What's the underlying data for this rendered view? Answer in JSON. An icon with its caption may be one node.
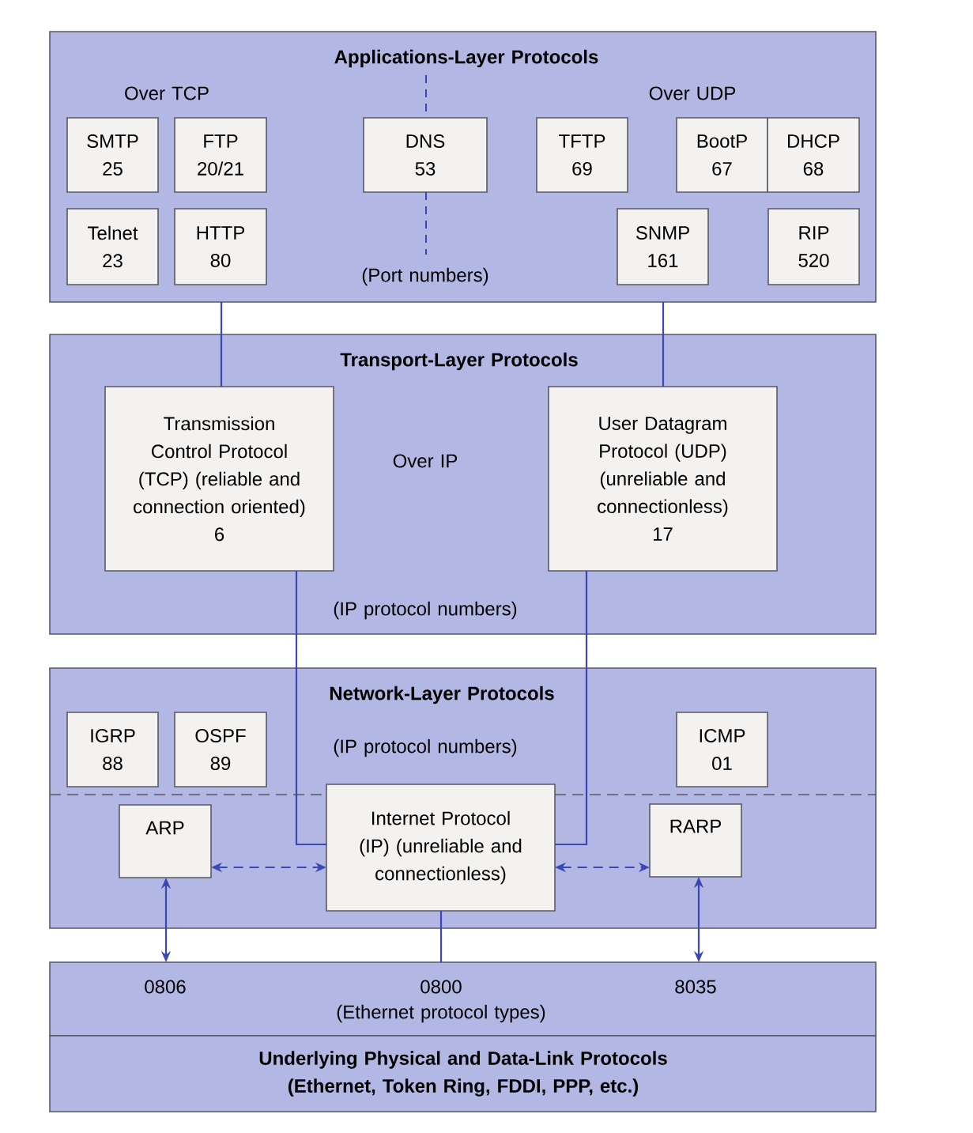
{
  "diagram": {
    "nodes": [
      {
        "text": [
          "Applications-Layer Protocols",
          "Over TCP",
          "Over UDP",
          "(Port numbers)"
        ]
      },
      {
        "text": [
          "SMTP",
          "25"
        ],
        "in": 0
      },
      {
        "text": [
          "FTP",
          "20/21"
        ],
        "in": 0
      },
      {
        "text": [
          "DNS",
          "53"
        ],
        "in": 0
      },
      {
        "text": [
          "TFTP",
          "69"
        ],
        "in": 0
      },
      {
        "text": [
          "BootP",
          "67"
        ],
        "in": 0
      },
      {
        "text": [
          "DHCP",
          "68"
        ],
        "in": 0
      },
      {
        "text": [
          "Telnet",
          "23"
        ],
        "in": 0
      },
      {
        "text": [
          "HTTP",
          "80"
        ],
        "in": 0
      },
      {
        "text": [
          "SNMP",
          "161"
        ],
        "in": 0
      },
      {
        "text": [
          "RIP",
          "520"
        ],
        "in": 0
      },
      {
        "text": [
          "Transport-Layer Protocols",
          "Over IP",
          "(IP protocol numbers)"
        ]
      },
      {
        "text": [
          "Transmission Control Protocol (TCP) (reliable and connection oriented)",
          "6"
        ],
        "in": 11
      },
      {
        "text": [
          "User Datagram Protocol (UDP) (unreliable and connectionless)",
          "17"
        ],
        "in": 11
      },
      {
        "text": [
          "Network-Layer Protocols",
          "(IP protocol numbers)"
        ]
      },
      {
        "text": [
          "IGRP",
          "88"
        ],
        "in": 14
      },
      {
        "text": [
          "OSPF",
          "89"
        ],
        "in": 14
      },
      {
        "text": [
          "ICMP",
          "01"
        ],
        "in": 14
      },
      {
        "text": [
          "ARP"
        ],
        "in": 14
      },
      {
        "text": [
          "Internet Protocol (IP) (unreliable and connectionless)"
        ],
        "in": 14
      },
      {
        "text": [
          "RARP"
        ],
        "in": 14
      },
      {
        "text": [
          "0806",
          "0800",
          "8035",
          "(Ethernet protocol types)"
        ]
      },
      {
        "text": [
          "Underlying Physical and Data-Link Protocols (Ethernet, Token Ring, FDDI, PPP, etc.)"
        ]
      }
    ],
    "edges": [
      {
        "from": 0,
        "to": 12,
        "arrow": "none"
      },
      {
        "from": 0,
        "to": 13,
        "arrow": "none"
      },
      {
        "from": 12,
        "to": 19,
        "arrow": "none"
      },
      {
        "from": 13,
        "to": 19,
        "arrow": "none"
      },
      {
        "from": 18,
        "to": 19,
        "arrow": "both",
        "style": "dashed"
      },
      {
        "from": 19,
        "to": 20,
        "arrow": "both",
        "style": "dashed"
      },
      {
        "from": 18,
        "to": 21,
        "arrow": "both"
      },
      {
        "from": 19,
        "to": 21,
        "arrow": "none"
      },
      {
        "from": 20,
        "to": 21,
        "arrow": "both"
      }
    ]
  }
}
